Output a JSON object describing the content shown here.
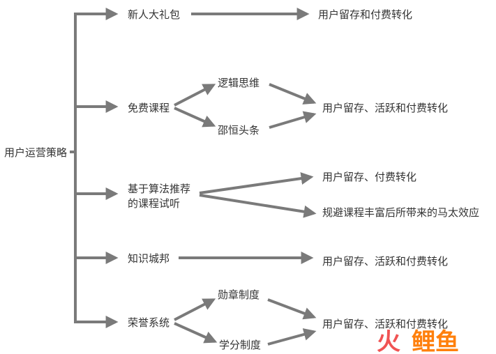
{
  "root": {
    "label": "用户运营策略"
  },
  "branches": [
    {
      "label": "新人大礼包",
      "outcomes": [
        "用户留存和付费转化"
      ]
    },
    {
      "label": "免费课程",
      "subs": [
        "逻辑思维",
        "邵恒头条"
      ],
      "outcomes": [
        "用户留存、活跃和付费转化"
      ]
    },
    {
      "label_lines": [
        "基于算法推荐",
        "的课程试听"
      ],
      "outcomes": [
        "用户留存、付费转化",
        "规避课程丰富后所带来的马太效应"
      ]
    },
    {
      "label": "知识城邦",
      "outcomes": [
        "用户留存、活跃和付费转化"
      ]
    },
    {
      "label": "荣誉系统",
      "subs": [
        "勋章制度",
        "学分制度"
      ],
      "outcomes": [
        "用户留存、活跃和付费转化"
      ]
    }
  ],
  "watermark": {
    "part1": "火",
    "part2": "鲤鱼"
  },
  "colors": {
    "line": "#7a7a7a",
    "text": "#333333",
    "watermark_red": "#f04a4a",
    "watermark_orange": "#ff7a00"
  }
}
